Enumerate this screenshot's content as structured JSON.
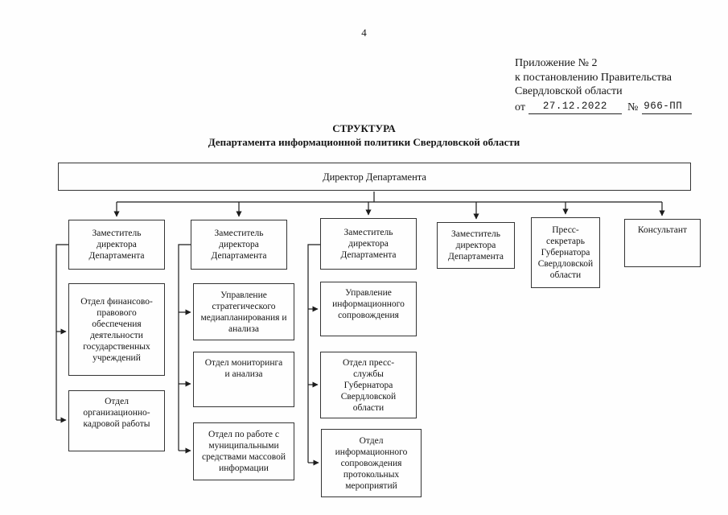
{
  "page_number": "4",
  "annex": {
    "line1": "Приложение № 2",
    "line2": "к постановлению Правительства",
    "line3": "Свердловской области",
    "prefix": "от",
    "date": "27.12.2022",
    "num_sign": "№",
    "doc_number": "966-ПП"
  },
  "title": {
    "line1": "СТРУКТУРА",
    "line2": "Департамента информационной политики Свердловской области"
  },
  "org": {
    "director": "Директор Департамента",
    "deputies": [
      "Заместитель директора Департамента",
      "Заместитель директора Департамента",
      "Заместитель директора Департамента",
      "Заместитель директора Департамента",
      "Пресс-секретарь Губернатора Свердловской области",
      "Консультант"
    ],
    "col1": [
      "Отдел финансово-правового обеспечения деятельности государственных учреждений",
      "Отдел организационно-кадровой работы"
    ],
    "col2": [
      "Управление стратегического медиапланирования и анализа",
      "Отдел мониторинга и анализа",
      "Отдел по работе с муниципальными средствами массовой информации"
    ],
    "col3": [
      "Управление информационного сопровождения",
      "Отдел пресс-службы Губернатора Свердловской области",
      "Отдел информационного сопровождения протокольных мероприятий"
    ]
  }
}
